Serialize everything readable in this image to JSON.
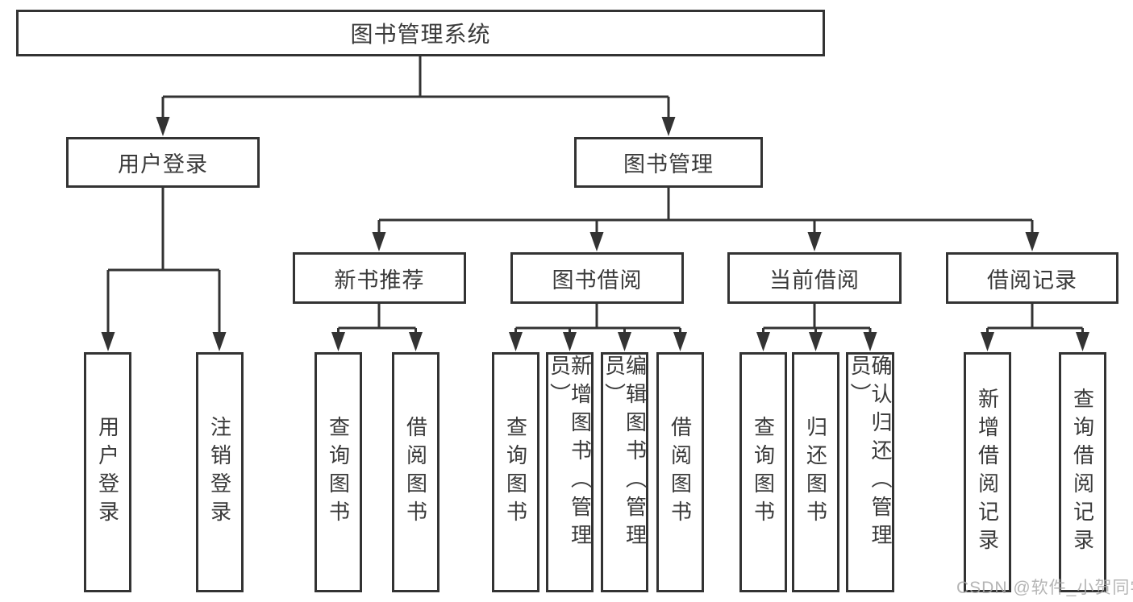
{
  "tree": {
    "root": "图书管理系统",
    "branches": [
      {
        "label": "用户登录",
        "leaves": [
          "用户登录",
          "注销登录"
        ]
      },
      {
        "label": "图书管理",
        "groups": [
          {
            "label": "新书推荐",
            "leaves": [
              "查询图书",
              "借阅图书"
            ]
          },
          {
            "label": "图书借阅",
            "leaves": [
              "查询图书",
              "新增图书（管理员）",
              "编辑图书（管理员）",
              "借阅图书"
            ]
          },
          {
            "label": "当前借阅",
            "leaves": [
              "查询图书",
              "归还图书",
              "确认归还（管理员）"
            ]
          },
          {
            "label": "借阅记录",
            "leaves": [
              "新增借阅记录",
              "查询借阅记录"
            ]
          }
        ]
      }
    ]
  },
  "watermark": {
    "text": "CSDN @软件_小贺同学"
  },
  "colors": {
    "line": "#333333",
    "text": "#3a3a3a",
    "background": "#ffffff",
    "watermark": "#a9a9a9"
  }
}
